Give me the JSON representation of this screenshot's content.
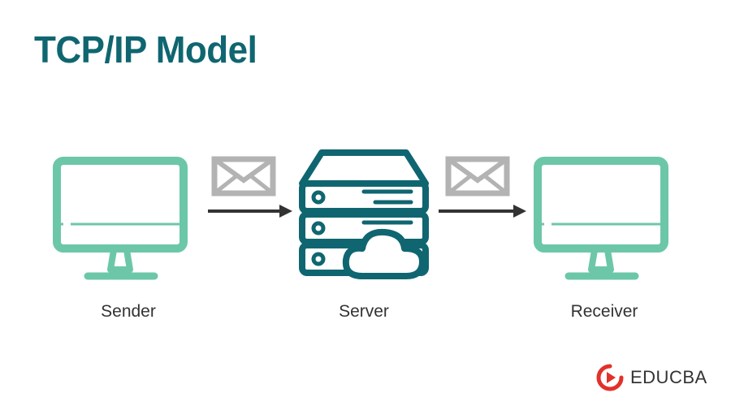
{
  "title": "TCP/IP Model",
  "nodes": {
    "sender": "Sender",
    "server": "Server",
    "receiver": "Receiver"
  },
  "brand": "EDUCBA",
  "colors": {
    "title": "#0f6670",
    "monitor": "#6cc7a9",
    "server": "#0f6670",
    "envelope": "#b3b3b3",
    "arrow": "#333333",
    "brand_logo": "#e2312b"
  },
  "icons": [
    "monitor-icon",
    "envelope-icon",
    "server-icon",
    "cloud-icon",
    "arrow-icon"
  ]
}
